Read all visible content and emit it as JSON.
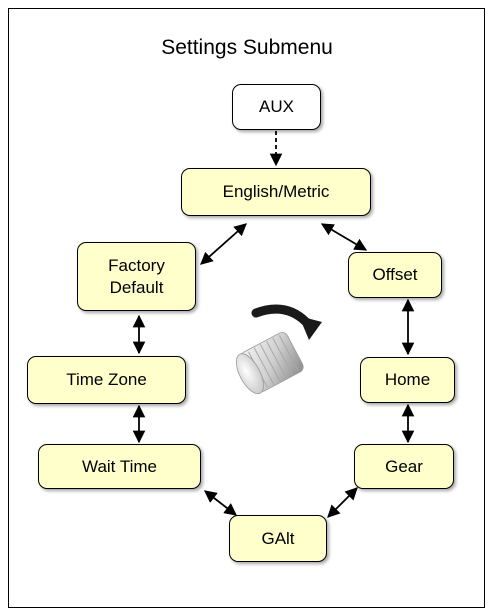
{
  "title": "Settings Submenu",
  "colors": {
    "node_fill": "#ffffcc",
    "aux_fill": "#ffffff",
    "stroke": "#000000"
  },
  "nodes": {
    "aux": "AUX",
    "english_metric": "English/Metric",
    "factory_default": "Factory\nDefault",
    "offset": "Offset",
    "time_zone": "Time Zone",
    "home": "Home",
    "wait_time": "Wait Time",
    "gear": "Gear",
    "galt": "GAlt"
  },
  "icons": {
    "dial": "rotary-knob-icon",
    "rotation": "curved-arrow-icon"
  }
}
